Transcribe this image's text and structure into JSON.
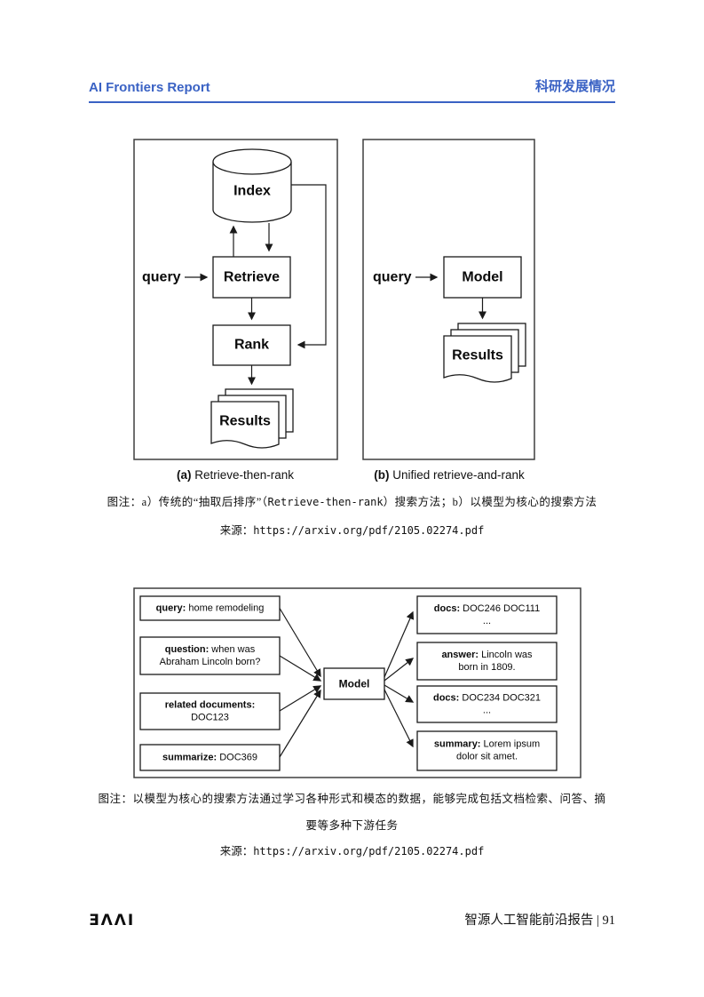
{
  "header": {
    "report_title": "AI Frontiers Report",
    "section_title": "科研发展情况",
    "accent_color": "#3a62c4"
  },
  "figure1": {
    "panel_a": {
      "query_label": "query",
      "index_label": "Index",
      "retrieve_label": "Retrieve",
      "rank_label": "Rank",
      "results_label": "Results",
      "caption_prefix": "(a)",
      "caption_text": " Retrieve-then-rank"
    },
    "panel_b": {
      "query_label": "query",
      "model_label": "Model",
      "results_label": "Results",
      "caption_prefix": "(b)",
      "caption_text": " Unified retrieve-and-rank"
    },
    "note_part1": "图注：a）传统的“抽取后排序”（",
    "note_code": "Retrieve-then-rank",
    "note_part2": "）搜索方法；b）以模型为核心的搜索方法",
    "source_label": "来源：",
    "source_url": "https://arxiv.org/pdf/2105.02274.pdf"
  },
  "figure2": {
    "inputs": [
      {
        "label": "query:",
        "text": " home remodeling",
        "line2": ""
      },
      {
        "label": "question:",
        "text": " when was",
        "line2": "Abraham Lincoln born?"
      },
      {
        "label": "related documents:",
        "text": "",
        "line2": "DOC123"
      },
      {
        "label": "summarize:",
        "text": " DOC369",
        "line2": ""
      }
    ],
    "model_label": "Model",
    "outputs": [
      {
        "label": "docs:",
        "text": " DOC246 DOC111",
        "line2": "..."
      },
      {
        "label": "answer:",
        "text": " Lincoln was",
        "line2": "born in 1809."
      },
      {
        "label": "docs:",
        "text": " DOC234 DOC321",
        "line2": "..."
      },
      {
        "label": "summary:",
        "text": " Lorem ipsum",
        "line2": "dolor sit amet."
      }
    ],
    "note_line1": "图注：以模型为核心的搜索方法通过学习各种形式和模态的数据，能够完成包括文档检索、问答、摘",
    "note_line2": "要等多种下游任务",
    "source_label": "来源：",
    "source_url": "https://arxiv.org/pdf/2105.02274.pdf"
  },
  "footer": {
    "logo_text": "ƎΛΛI",
    "page_info": "智源人工智能前沿报告 | 91"
  }
}
